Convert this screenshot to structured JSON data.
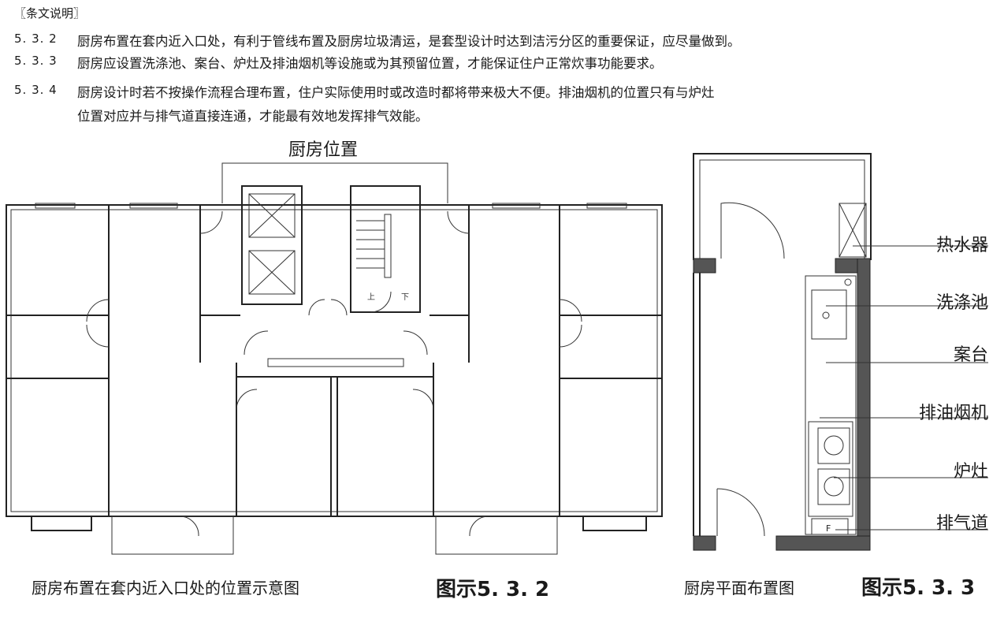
{
  "header": "〖条文说明〗",
  "clauses": [
    {
      "num": "5. 3. 2",
      "lines": [
        "厨房布置在套内近入口处，有利于管线布置及厨房垃圾清运，是套型设计时达到洁污分区的重要保证，应尽量做到。"
      ]
    },
    {
      "num": "5. 3. 3",
      "lines": [
        "厨房应设置洗涤池、案台、炉灶及排油烟机等设施或为其预留位置，才能保证住户正常炊事功能要求。"
      ]
    },
    {
      "num": "5. 3. 4",
      "lines": [
        "厨房设计时若不按操作流程合理布置，住户实际使用时或改造时都将带来极大不便。排油烟机的位置只有与炉灶",
        "位置对应并与排气道直接连通，才能最有效地发挥排气效能。"
      ]
    }
  ],
  "figure1": {
    "title": "厨房位置",
    "caption": "厨房布置在套内近入口处的位置示意图",
    "fig_no": "图示5. 3. 2",
    "stair_marks": [
      "上",
      "下"
    ]
  },
  "figure2": {
    "caption": "厨房平面布置图",
    "fig_no": "图示5. 3. 3",
    "labels": [
      "热水器",
      "洗涤池",
      "案台",
      "排油烟机",
      "炉灶",
      "排气道"
    ],
    "flue_mark": "F"
  }
}
